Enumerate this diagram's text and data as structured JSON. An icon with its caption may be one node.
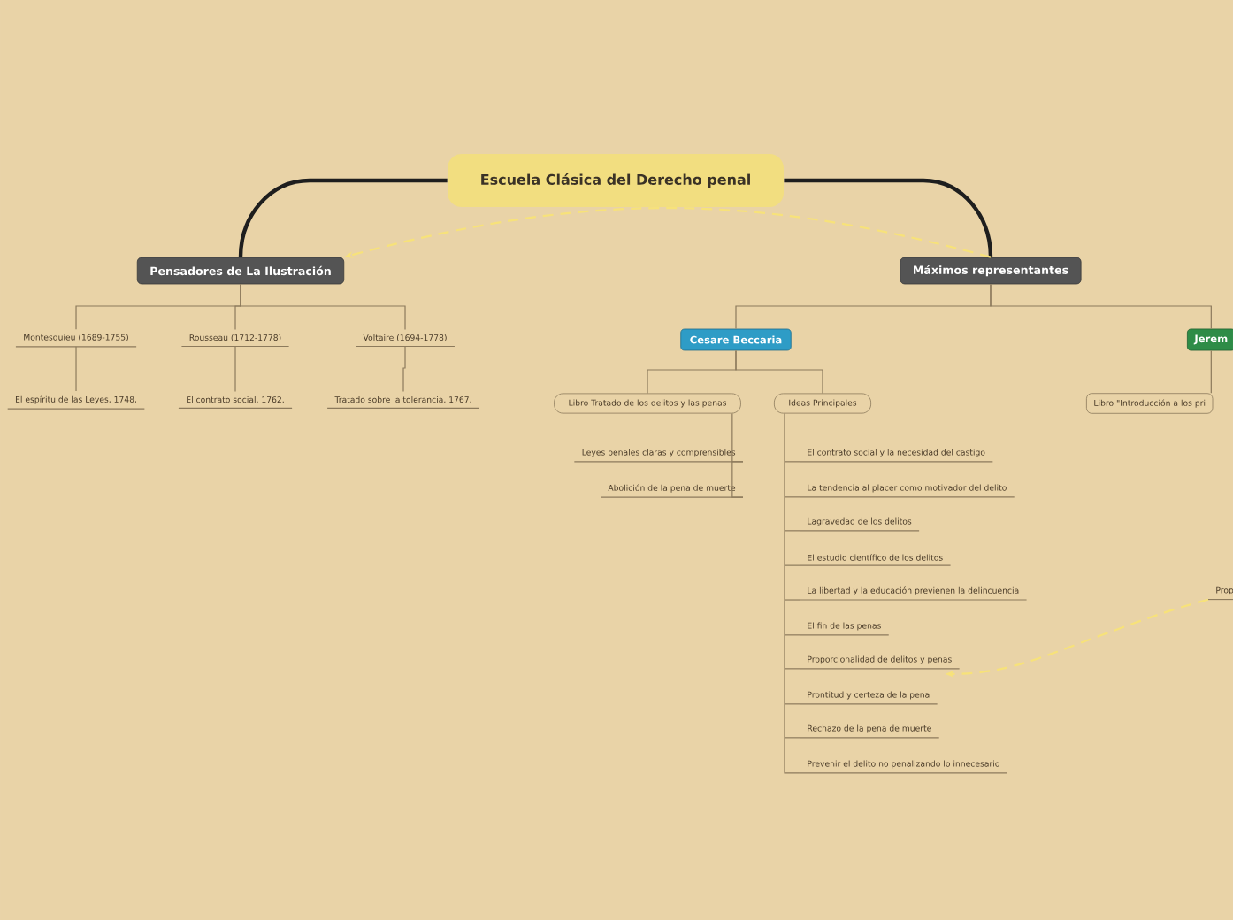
{
  "diagram": {
    "nodes": [
      {
        "text": [
          "Escuela Clásica del Derecho penal"
        ]
      },
      {
        "text": [
          "Pensadores de La Ilustración"
        ]
      },
      {
        "text": [
          "Máximos representantes"
        ]
      },
      {
        "text": [
          "Montesquieu (1689-1755)"
        ]
      },
      {
        "text": [
          "Rousseau (1712-1778)"
        ]
      },
      {
        "text": [
          "Voltaire (1694-1778)"
        ]
      },
      {
        "text": [
          "El espíritu de las Leyes, 1748."
        ]
      },
      {
        "text": [
          "El contrato social, 1762."
        ]
      },
      {
        "text": [
          "Tratado sobre la tolerancia, 1767."
        ]
      },
      {
        "text": [
          "Cesare Beccaria"
        ]
      },
      {
        "text": [
          "Jerem"
        ]
      },
      {
        "text": [
          "Libro Tratado de los delitos y las penas"
        ]
      },
      {
        "text": [
          "Ideas Principales"
        ]
      },
      {
        "text": [
          "Leyes penales claras y comprensibles"
        ]
      },
      {
        "text": [
          "Abolición de la pena de muerte"
        ]
      },
      {
        "text": [
          "El contrato social y la necesidad del castigo"
        ]
      },
      {
        "text": [
          "La tendencia al placer como motivador del delito"
        ]
      },
      {
        "text": [
          "Lagravedad de los delitos"
        ]
      },
      {
        "text": [
          "El estudio científico de los delitos"
        ]
      },
      {
        "text": [
          "La libertad y la educación previenen la delincuencia"
        ]
      },
      {
        "text": [
          "El fin de las penas"
        ]
      },
      {
        "text": [
          "Proporcionalidad de delitos y penas"
        ]
      },
      {
        "text": [
          "Prontitud y certeza de la pena"
        ]
      },
      {
        "text": [
          "Rechazo de la pena de muerte"
        ]
      },
      {
        "text": [
          "Prevenir el delito no penalizando lo innecesario"
        ]
      },
      {
        "text": [
          "Libro \"Introducción a los pri"
        ]
      },
      {
        "text": [
          "Prop"
        ]
      }
    ],
    "edges": [
      {
        "from": 0,
        "to": 1,
        "arrow": "none",
        "style": "thick",
        "color": "#1e1e1e"
      },
      {
        "from": 0,
        "to": 2,
        "arrow": "none",
        "style": "thick",
        "color": "#1e1e1e"
      },
      {
        "from": 2,
        "to": 1,
        "arrow": "to",
        "style": "dashed",
        "color": "#f7e27a"
      },
      {
        "from": 1,
        "to": 3,
        "arrow": "none"
      },
      {
        "from": 1,
        "to": 4,
        "arrow": "none"
      },
      {
        "from": 1,
        "to": 5,
        "arrow": "none"
      },
      {
        "from": 3,
        "to": 6,
        "arrow": "none"
      },
      {
        "from": 4,
        "to": 7,
        "arrow": "none"
      },
      {
        "from": 5,
        "to": 8,
        "arrow": "none"
      },
      {
        "from": 2,
        "to": 9,
        "arrow": "none"
      },
      {
        "from": 2,
        "to": 10,
        "arrow": "none"
      },
      {
        "from": 9,
        "to": 11,
        "arrow": "none"
      },
      {
        "from": 9,
        "to": 12,
        "arrow": "none"
      },
      {
        "from": 11,
        "to": 13,
        "arrow": "none"
      },
      {
        "from": 11,
        "to": 14,
        "arrow": "none"
      },
      {
        "from": 12,
        "to": 15,
        "arrow": "none"
      },
      {
        "from": 12,
        "to": 16,
        "arrow": "none"
      },
      {
        "from": 12,
        "to": 17,
        "arrow": "none"
      },
      {
        "from": 12,
        "to": 18,
        "arrow": "none"
      },
      {
        "from": 12,
        "to": 19,
        "arrow": "none"
      },
      {
        "from": 12,
        "to": 20,
        "arrow": "none"
      },
      {
        "from": 12,
        "to": 21,
        "arrow": "none"
      },
      {
        "from": 12,
        "to": 22,
        "arrow": "none"
      },
      {
        "from": 12,
        "to": 23,
        "arrow": "none"
      },
      {
        "from": 12,
        "to": 24,
        "arrow": "none"
      },
      {
        "from": 10,
        "to": 25,
        "arrow": "none"
      },
      {
        "from": 26,
        "to": 21,
        "arrow": "to",
        "style": "dashed",
        "color": "#f7e27a"
      }
    ]
  }
}
